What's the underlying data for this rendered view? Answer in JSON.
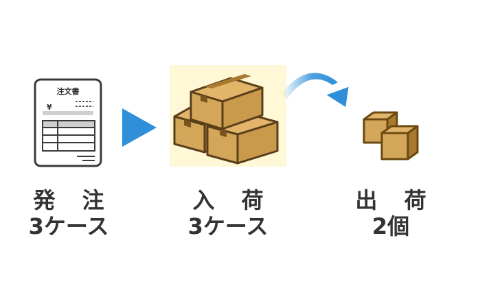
{
  "steps": [
    {
      "title": "発 注",
      "detail": "3ケース",
      "icon": "purchase-order-icon"
    },
    {
      "title": "入 荷",
      "detail": "3ケース",
      "icon": "stacked-boxes-icon"
    },
    {
      "title": "出 荷",
      "detail": "2個",
      "icon": "two-small-boxes-icon"
    }
  ],
  "order_form": {
    "heading": "注文書",
    "currency_symbol": "¥"
  },
  "colors": {
    "arrow_blue": "#2f8fd8",
    "box_fill": "#d4a65a",
    "box_dark": "#a8792e",
    "box_outline": "#5a3e1b",
    "highlight_bg": "#fff8d6",
    "text": "#333333"
  }
}
